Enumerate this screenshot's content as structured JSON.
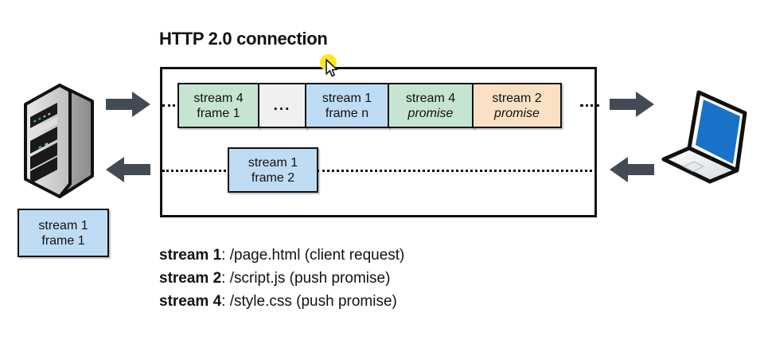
{
  "diagram": {
    "title": "HTTP 2.0 connection",
    "colors": {
      "green": "#c5e5d2",
      "blue": "#bedcf4",
      "orange": "#fae0c5",
      "gray": "#f0f0f0",
      "arrow": "#434a54",
      "outline": "#111111",
      "cursor_highlight": "#ffe81a",
      "laptop_screen": "#1a72c8"
    },
    "frames_row_1": [
      {
        "line1": "stream 4",
        "line2": "frame 1",
        "color": "green",
        "italic2": false
      },
      {
        "line1": "",
        "line2": "...",
        "color": "gray",
        "italic2": false
      },
      {
        "line1": "stream 1",
        "line2": "frame n",
        "color": "blue",
        "italic2": false
      },
      {
        "line1": "stream 4",
        "line2": "promise",
        "color": "green",
        "italic2": true
      },
      {
        "line1": "stream 2",
        "line2": "promise",
        "color": "orange",
        "italic2": true
      }
    ],
    "frames_row_2": [
      {
        "line1": "stream 1",
        "line2": "frame 2",
        "color": "blue",
        "italic2": false
      }
    ],
    "queued_frame": {
      "line1": "stream 1",
      "line2": "frame 1",
      "color": "blue"
    },
    "legend": [
      {
        "stream": "stream 1",
        "rest": ": /page.html  (client request)"
      },
      {
        "stream": "stream 2",
        "rest": ": /script.js  (push promise)"
      },
      {
        "stream": "stream 4",
        "rest": ": /style.css  (push promise)"
      }
    ],
    "icons": {
      "server": "server-icon",
      "laptop": "laptop-icon",
      "arrow_server_out": "arrow-right-icon",
      "arrow_server_in": "arrow-left-icon",
      "arrow_client_out": "arrow-right-icon",
      "arrow_client_in": "arrow-left-icon",
      "cursor": "mouse-cursor-icon"
    }
  }
}
